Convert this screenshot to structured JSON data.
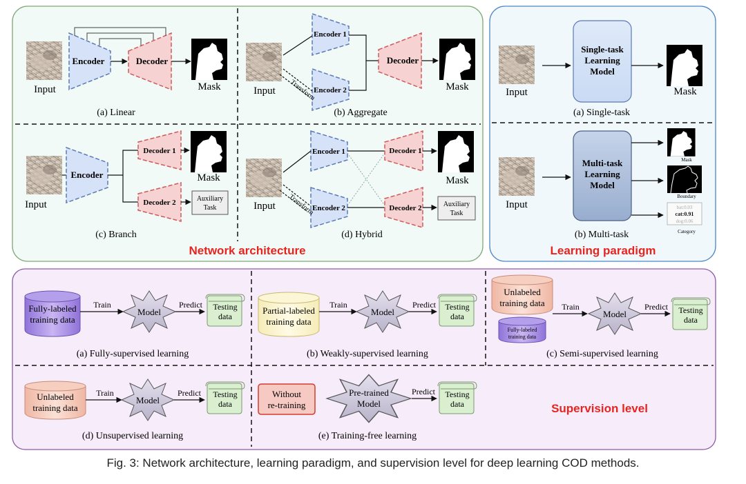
{
  "panels": {
    "network": {
      "title": "Network architecture",
      "linear": {
        "caption": "(a) Linear",
        "encoder": "Encoder",
        "decoder": "Decoder",
        "input": "Input",
        "output": "Mask"
      },
      "aggregate": {
        "caption": "(b) Aggregate",
        "encoder1": "Encoder 1",
        "encoder2": "Encoder 2",
        "decoder": "Decoder",
        "transform": "Transform",
        "input": "Input",
        "output": "Mask"
      },
      "branch": {
        "caption": "(c) Branch",
        "encoder": "Encoder",
        "decoder1": "Decoder 1",
        "decoder2": "Decoder 2",
        "aux": [
          "Auxiliary",
          "Task"
        ],
        "input": "Input",
        "output": "Mask"
      },
      "hybrid": {
        "caption": "(d) Hybrid",
        "encoder1": "Encoder 1",
        "encoder2": "Encoder 2",
        "decoder1": "Decoder 1",
        "decoder2": "Decoder 2",
        "transform": "Transform",
        "aux": [
          "Auxiliary",
          "Task"
        ],
        "input": "Input",
        "output": "Mask"
      }
    },
    "learning": {
      "title": "Learning paradigm",
      "single": {
        "caption": "(a) Single-task",
        "model": [
          "Single-task",
          "Learning",
          "Model"
        ],
        "input": "Input",
        "output": "Mask"
      },
      "multi": {
        "caption": "(b) Multi-task",
        "model": [
          "Multi-task",
          "Learning",
          "Model"
        ],
        "input": "Input",
        "out_mask": "Mask",
        "out_boundary": "Boundary",
        "out_category": "Category",
        "cat_lines": [
          "bat:0.03",
          "cat:0.91",
          "dog:0.06"
        ]
      }
    },
    "supervision": {
      "title": "Supervision level",
      "train": "Train",
      "predict": "Predict",
      "model": "Model",
      "testing": [
        "Testing",
        "data"
      ],
      "fully": {
        "caption": "(a) Fully-supervised learning",
        "data": [
          "Fully-labeled",
          "training data"
        ]
      },
      "weakly": {
        "caption": "(b) Weakly-supervised learning",
        "data": [
          "Partial-labeled",
          "training data"
        ]
      },
      "semi": {
        "caption": "(c) Semi-supervised learning",
        "data": [
          "Unlabeled",
          "training data"
        ],
        "data2": [
          "Fully-labeled",
          "training data"
        ]
      },
      "unsup": {
        "caption": "(d) Unsupervised learning",
        "data": [
          "Unlabeled",
          "training data"
        ]
      },
      "free": {
        "caption": "(e) Training-free learning",
        "box": [
          "Without",
          "re-training"
        ],
        "model": [
          "Pre-trained",
          "Model"
        ]
      }
    }
  },
  "caption": "Fig. 3: Network architecture, learning paradigm, and supervision level for deep learning COD methods.",
  "colors": {
    "panel_green_bg": "#f1faf6",
    "panel_green_border": "#7fa876",
    "panel_blue_bg": "#f1f8fb",
    "panel_blue_border": "#4a86c8",
    "panel_purple_bg": "#f7ecfa",
    "panel_purple_border": "#8b5aa8",
    "encoder": "#d6e2f7",
    "encoder_stroke": "#5b79b8",
    "decoder": "#f6d2d2",
    "decoder_stroke": "#d05a5a",
    "title_red": "#e8241f"
  }
}
